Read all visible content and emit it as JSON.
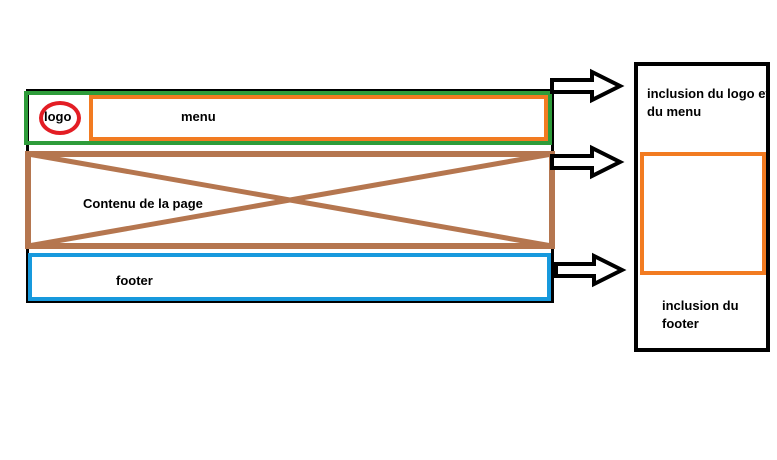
{
  "layout": {
    "logo_label": "logo",
    "menu_label": "menu",
    "content_label": "Contenu de la page",
    "footer_label": "footer"
  },
  "panel": {
    "header_include_label": "inclusion du logo et du menu",
    "footer_include_label": "inclusion du footer"
  },
  "colors": {
    "header_border": "#2e9c3a",
    "logo_circle": "#e31d24",
    "menu_border": "#f27b21",
    "content_border": "#b5764f",
    "footer_border": "#1799dd",
    "outline": "#000000"
  },
  "arrows": [
    "arrow-to-header-include",
    "arrow-to-content-box",
    "arrow-to-footer-include"
  ]
}
